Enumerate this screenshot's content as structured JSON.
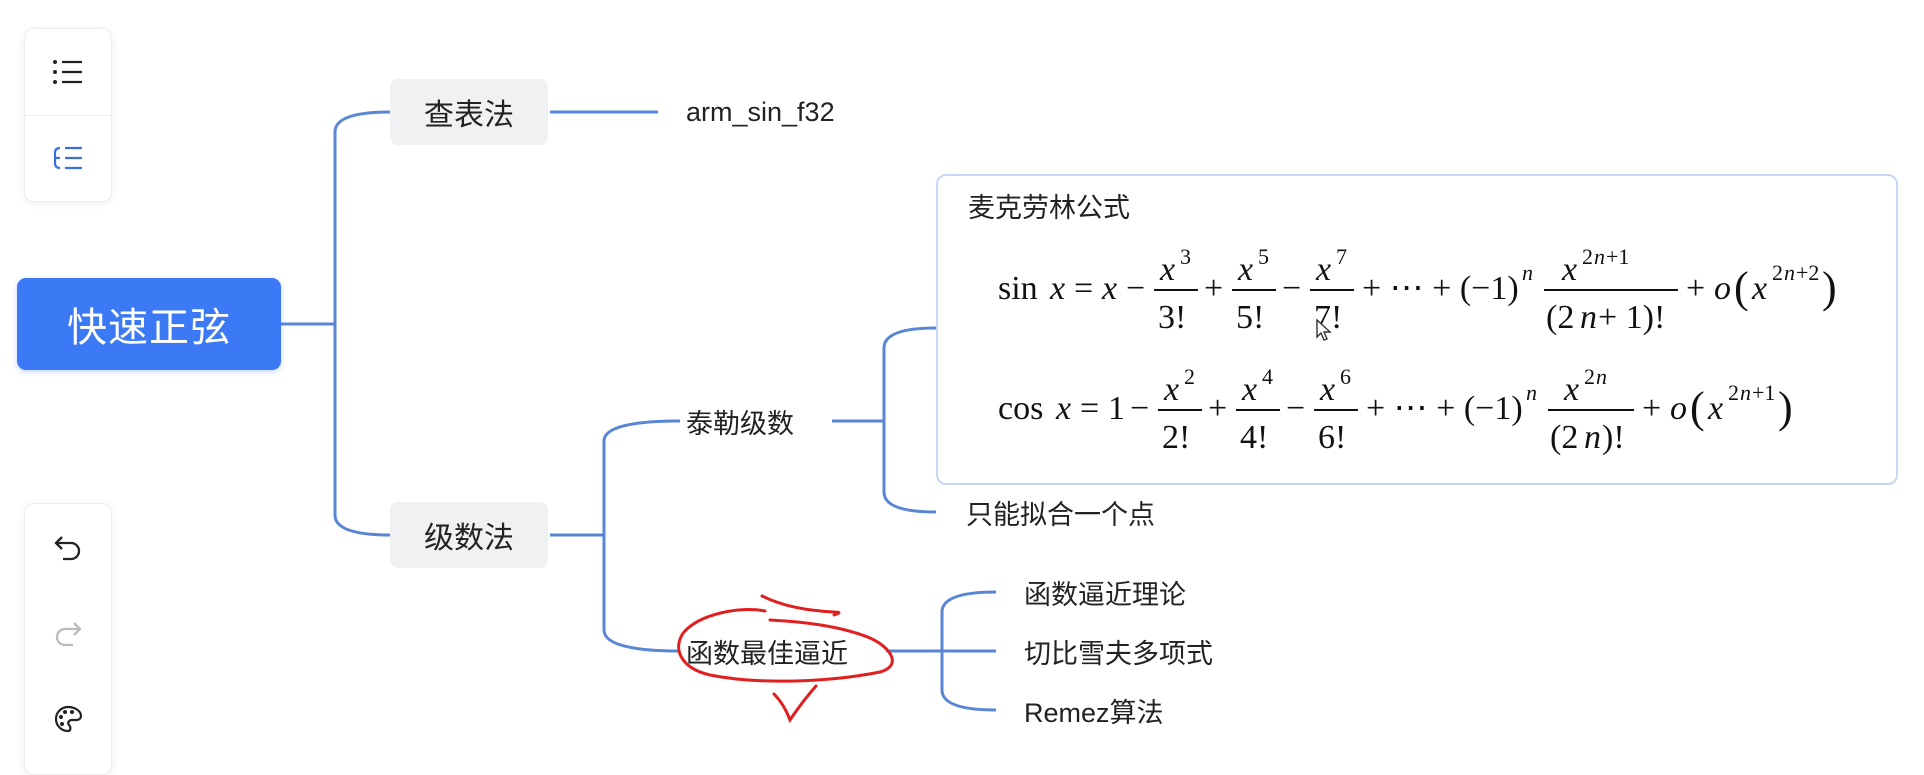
{
  "toolbar_top": {
    "items": [
      {
        "name": "outline-view-button",
        "icon": "list-icon"
      },
      {
        "name": "structure-view-button",
        "icon": "indent-list-icon"
      }
    ]
  },
  "toolbar_bottom": {
    "items": [
      {
        "name": "undo-button",
        "icon": "undo-icon"
      },
      {
        "name": "redo-button",
        "icon": "redo-icon"
      },
      {
        "name": "theme-button",
        "icon": "palette-icon"
      }
    ]
  },
  "colors": {
    "root": "#3b79f5",
    "line": "#5a86d6",
    "annotation": "#e02020"
  },
  "mindmap": {
    "root": "快速正弦",
    "branch_lookup": {
      "label": "查表法",
      "child": "arm_sin_f32"
    },
    "branch_series": {
      "label": "级数法",
      "taylor": {
        "label": "泰勒级数",
        "card_title": "麦克劳林公式",
        "note": "只能拟合一个点"
      },
      "best_approx": {
        "label": "函数最佳逼近",
        "children": [
          "函数逼近理论",
          "切比雪夫多项式",
          "Remez算法"
        ]
      }
    }
  }
}
